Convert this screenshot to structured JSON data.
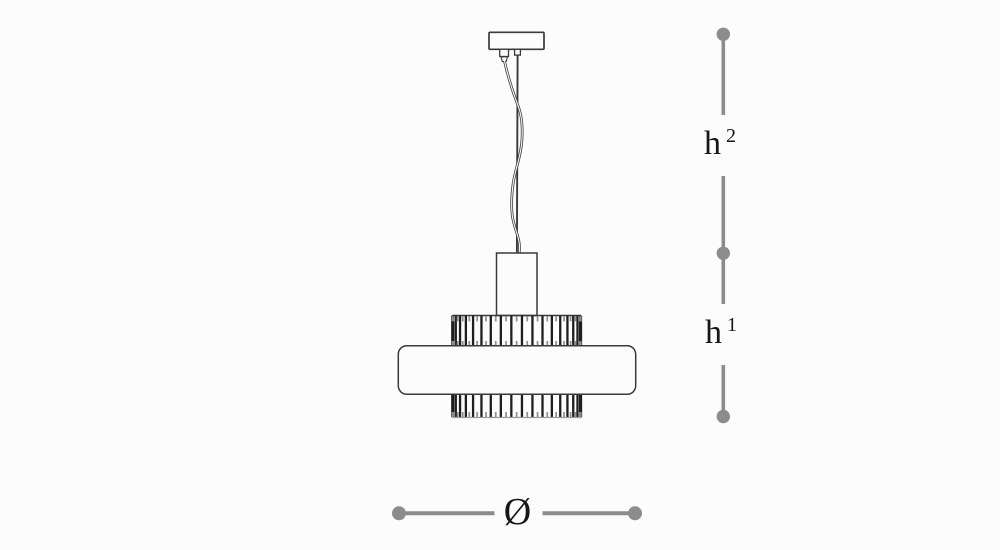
{
  "dimensions": {
    "h2": {
      "base": "h",
      "sup": "2"
    },
    "h1": {
      "base": "h",
      "sup": "1"
    },
    "diameter": {
      "symbol": "Ø"
    }
  },
  "colors": {
    "background": "#fcfcfc",
    "outline": "#3a3a3a",
    "rib": "#1e1e1e",
    "rib_back": "#8f8f8f",
    "dimension": "#8c8c8c",
    "label": "#161616"
  }
}
